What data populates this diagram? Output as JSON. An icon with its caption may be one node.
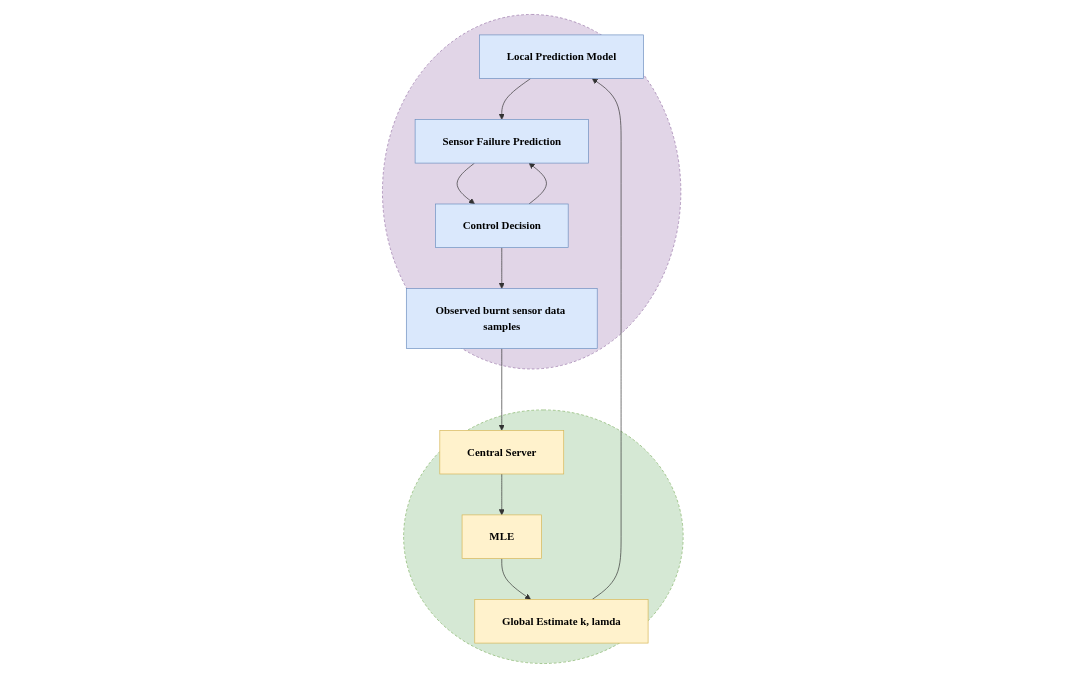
{
  "diagram": {
    "nodes": [
      {
        "text": [],
        "shape": "ellipse"
      },
      {
        "text": [
          "Local Prediction Model"
        ],
        "in": 0
      },
      {
        "text": [
          "Sensor Failure Prediction"
        ],
        "in": 0
      },
      {
        "text": [
          "Control Decision"
        ],
        "in": 0
      },
      {
        "text": [
          "Observed burnt sensor data samples"
        ],
        "in": 0
      },
      {
        "text": [],
        "shape": "ellipse"
      },
      {
        "text": [
          "Global Estimate k, lamda"
        ],
        "in": 5
      },
      {
        "text": [
          "MLE"
        ],
        "in": 5
      },
      {
        "text": [
          "Central Server"
        ],
        "in": 5
      }
    ],
    "edges": [
      {
        "from": 1,
        "to": 2,
        "arrow": "to"
      },
      {
        "from": 2,
        "to": 3,
        "arrow": "to"
      },
      {
        "from": 3,
        "to": 4,
        "arrow": "to"
      },
      {
        "from": 3,
        "to": 2,
        "arrow": "to"
      },
      {
        "from": 4,
        "to": 8,
        "arrow": "to"
      },
      {
        "from": 8,
        "to": 7,
        "arrow": "to"
      },
      {
        "from": 7,
        "to": 6,
        "arrow": "to"
      },
      {
        "from": 6,
        "to": 1,
        "arrow": "to"
      }
    ]
  }
}
